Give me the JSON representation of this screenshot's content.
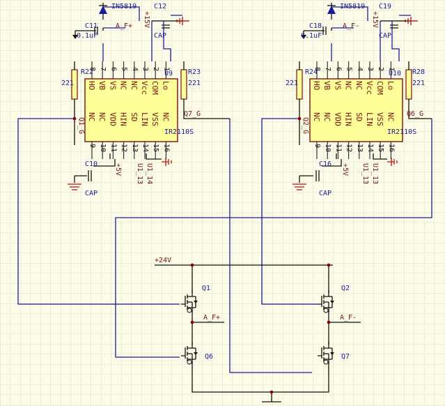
{
  "colors": {
    "background": "#fbfbe8",
    "grid": "#d8d8c4",
    "wire": "#1b1ba0",
    "ic_fill": "#ffff99",
    "ic_border": "#7a1010",
    "power": "#c01010"
  },
  "driver_left": {
    "ic_ref": "U9",
    "ic_part": "IR2110S",
    "top_pins": [
      {
        "num": "8",
        "name": "HO"
      },
      {
        "num": "7",
        "name": "VB"
      },
      {
        "num": "6",
        "name": "VS"
      },
      {
        "num": "5",
        "name": "NC"
      },
      {
        "num": "4",
        "name": "NC"
      },
      {
        "num": "3",
        "name": "Vcc"
      },
      {
        "num": "2",
        "name": "COM"
      },
      {
        "num": "1",
        "name": "Lo"
      }
    ],
    "bottom_pins": [
      {
        "num": "9",
        "name": "NC"
      },
      {
        "num": "10",
        "name": "NC"
      },
      {
        "num": "11",
        "name": "VDD"
      },
      {
        "num": "12",
        "name": "HIN"
      },
      {
        "num": "13",
        "name": "SD"
      },
      {
        "num": "14",
        "name": "LIN"
      },
      {
        "num": "15",
        "name": "VSS"
      },
      {
        "num": "16",
        "name": "NC"
      }
    ],
    "diode": "IN5819",
    "cap_top_left": "C11",
    "cap_top_left_value": "0.1uF",
    "net_top": "A_F+",
    "cap_top_right": "C12",
    "cap_top_right_value": "CAP",
    "supply_top": "+15V",
    "res_left_ref": "R22",
    "res_left_value": "221",
    "res_right_ref": "R23",
    "res_right_value": "221",
    "gate_out_left": "Q1_G",
    "gate_out_right": "Q7_G",
    "cap_bottom": "C10",
    "cap_bottom_value": "CAP",
    "supply_bottom": "+5V",
    "in_a": "U1_13",
    "in_b": "U1_14"
  },
  "driver_right": {
    "ic_ref": "U10",
    "ic_part": "IR2110S",
    "top_pins": [
      {
        "num": "8",
        "name": "HO"
      },
      {
        "num": "7",
        "name": "VB"
      },
      {
        "num": "6",
        "name": "VS"
      },
      {
        "num": "5",
        "name": "NC"
      },
      {
        "num": "4",
        "name": "NC"
      },
      {
        "num": "3",
        "name": "Vcc"
      },
      {
        "num": "2",
        "name": "COM"
      },
      {
        "num": "1",
        "name": "Lo"
      }
    ],
    "bottom_pins": [
      {
        "num": "9",
        "name": "NC"
      },
      {
        "num": "10",
        "name": "NC"
      },
      {
        "num": "11",
        "name": "VDD"
      },
      {
        "num": "12",
        "name": "HIN"
      },
      {
        "num": "13",
        "name": "SD"
      },
      {
        "num": "14",
        "name": "LIN"
      },
      {
        "num": "15",
        "name": "VSS"
      },
      {
        "num": "16",
        "name": "NC"
      }
    ],
    "diode": "IN5819",
    "cap_top_left": "C18",
    "cap_top_left_value": "0.1uF",
    "net_top": "A_F-",
    "cap_top_right": "C19",
    "cap_top_right_value": "CAP",
    "supply_top": "+15V",
    "res_left_ref": "R24",
    "res_left_value": "221",
    "res_right_ref": "R28",
    "res_right_value": "221",
    "gate_out_left": "Q2_G",
    "gate_out_right": "Q6_G",
    "cap_bottom": "C16",
    "cap_bottom_value": "CAP",
    "supply_bottom": "+5V",
    "in_a": "U1_13",
    "in_b": "U1_13"
  },
  "bridge": {
    "supply": "+24V",
    "q1": "Q1",
    "q2": "Q2",
    "q6": "Q6",
    "q7": "Q7",
    "net_left": "A_F+",
    "net_right": "A_F-"
  }
}
